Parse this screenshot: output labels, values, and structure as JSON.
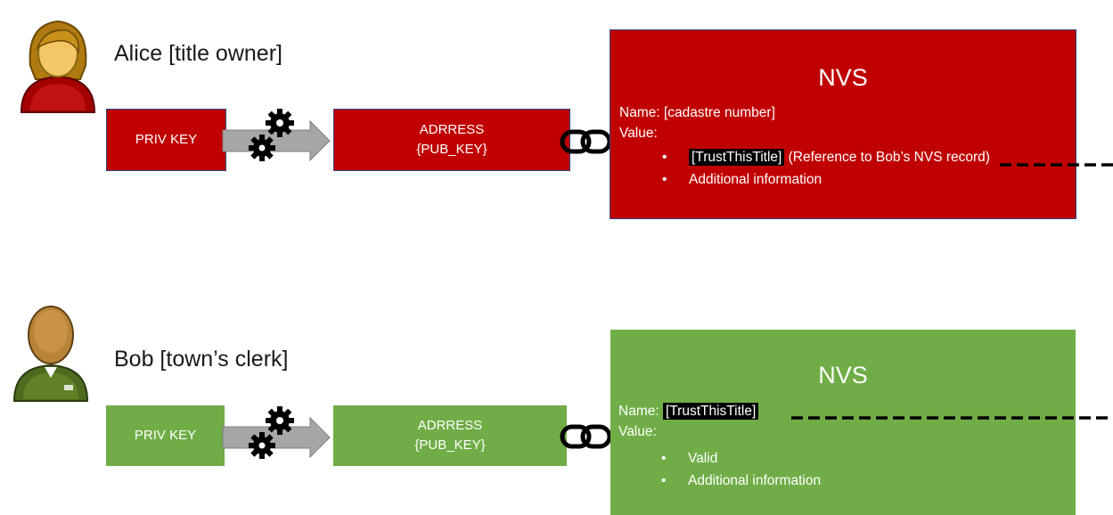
{
  "alice": {
    "name": "Alice [title owner]",
    "priv_key": "PRIV KEY",
    "address_line1": "ADRRESS",
    "address_line2": "{PUB_KEY}",
    "nvs": {
      "title": "NVS",
      "name_label": "Name: [cadastre number]",
      "value_label": "Value:",
      "bullet1_highlight": "[TrustThisTitle]",
      "bullet1_rest": " (Reference to Bob’s NVS record)",
      "bullet2": "Additional information"
    }
  },
  "bob": {
    "name": "Bob [town’s clerk]",
    "priv_key": "PRIV KEY",
    "address_line1": "ADRRESS",
    "address_line2": "{PUB_KEY}",
    "nvs": {
      "title": "NVS",
      "name_prefix": "Name: ",
      "name_highlight": "[TrustThisTitle]",
      "value_label": "Value:",
      "bullet1": "Valid",
      "bullet2": "Additional information"
    }
  },
  "colors": {
    "alice_red": "#c00000",
    "bob_green": "#70ad47",
    "arrow_gray": "#a6a6a6",
    "highlight": "#000000"
  },
  "icons": [
    "user-female-icon",
    "user-male-icon",
    "gears-icon",
    "arrow-right-icon",
    "chain-link-icon"
  ]
}
